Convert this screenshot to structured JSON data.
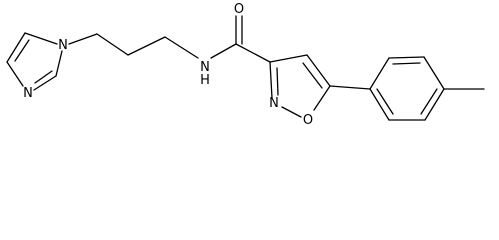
{
  "structure": {
    "atom_labels": {
      "n_methyl_imidazole": "N",
      "n_imine_imidazole": "N",
      "n_amide": "N",
      "h_amide": "H",
      "o_carbonyl": "O",
      "n_isoxazole": "N",
      "o_isoxazole": "O"
    },
    "colors": {
      "bond": "#000000",
      "label": "#000000",
      "background": "#ffffff"
    }
  }
}
